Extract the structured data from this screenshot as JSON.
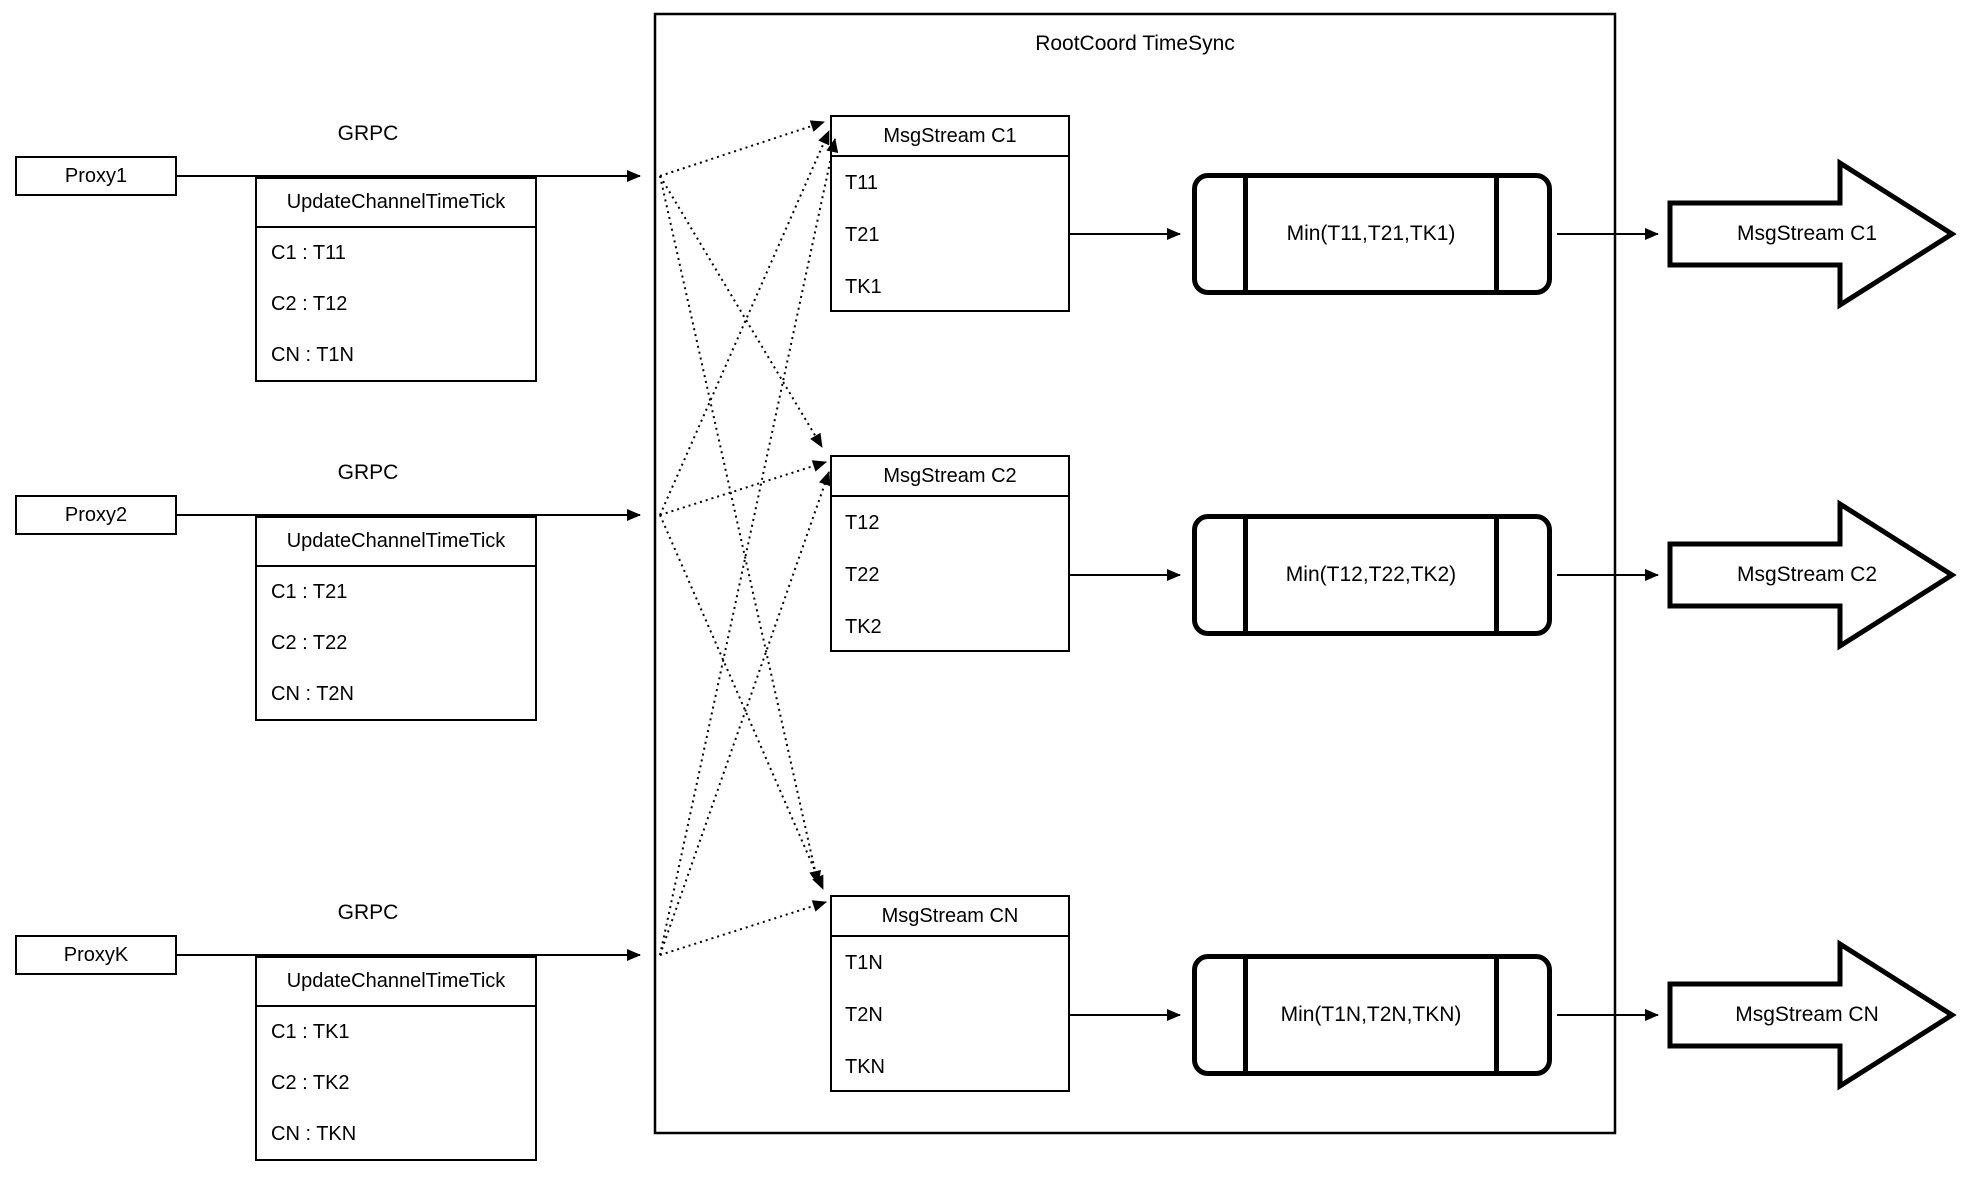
{
  "diagram_title": "RootCoord TimeSync",
  "proxies": [
    {
      "label": "Proxy1",
      "edge_label": "GRPC",
      "table": {
        "header": "UpdateChannelTimeTick",
        "rows": [
          "C1 : T11",
          "C2 : T12",
          "CN : T1N"
        ]
      }
    },
    {
      "label": "Proxy2",
      "edge_label": "GRPC",
      "table": {
        "header": "UpdateChannelTimeTick",
        "rows": [
          "C1 : T21",
          "C2 : T22",
          "CN : T2N"
        ]
      }
    },
    {
      "label": "ProxyK",
      "edge_label": "GRPC",
      "table": {
        "header": "UpdateChannelTimeTick",
        "rows": [
          "C1 : TK1",
          "C2 : TK2",
          "CN : TKN"
        ]
      }
    }
  ],
  "msgstream_tables": [
    {
      "header": "MsgStream C1",
      "rows": [
        "T11",
        "T21",
        "TK1"
      ]
    },
    {
      "header": "MsgStream C2",
      "rows": [
        "T12",
        "T22",
        "TK2"
      ]
    },
    {
      "header": "MsgStream CN",
      "rows": [
        "T1N",
        "T2N",
        "TKN"
      ]
    }
  ],
  "min_operators": [
    "Min(T11,T21,TK1)",
    "Min(T12,T22,TK2)",
    "Min(T1N,T2N,TKN)"
  ],
  "output_arrows": [
    "MsgStream C1",
    "MsgStream C2",
    "MsgStream CN"
  ],
  "colors": {
    "stroke": "#000000",
    "background": "#ffffff"
  }
}
